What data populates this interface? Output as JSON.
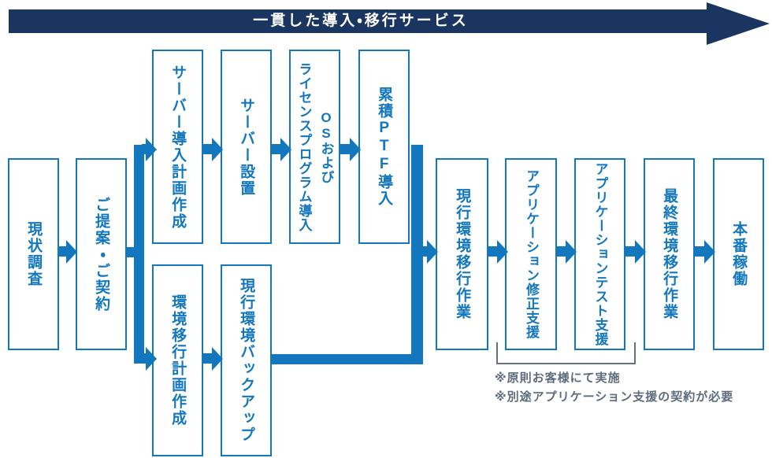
{
  "banner": {
    "title": "一貫した導入・移行サービス",
    "bg_color": "#1a3560",
    "text_color": "#ffffff"
  },
  "flow": {
    "accent_color": "#1377be",
    "boxes": [
      {
        "label": "現状調査"
      },
      {
        "label": "ご提案・ご契約"
      },
      {
        "label": "サーバー導入計画作成"
      },
      {
        "label": "サーバー設置"
      },
      {
        "label": "OSおよび\nライセンスプログラム導入"
      },
      {
        "label": "累積PTF導入"
      },
      {
        "label": "環境移行計画作成"
      },
      {
        "label": "現行環境バックアップ"
      },
      {
        "label": "現行環境移行作業"
      },
      {
        "label": "アプリケーション修正支援"
      },
      {
        "label": "アプリケーションテスト支援"
      },
      {
        "label": "最終環境移行作業"
      },
      {
        "label": "本番稼働"
      }
    ]
  },
  "notes": {
    "color": "#5d6b7c",
    "bracket_color": "#667280",
    "lines": [
      "※原則お客様にて実施",
      "※別途アプリケーション支援の契約が必要"
    ]
  }
}
